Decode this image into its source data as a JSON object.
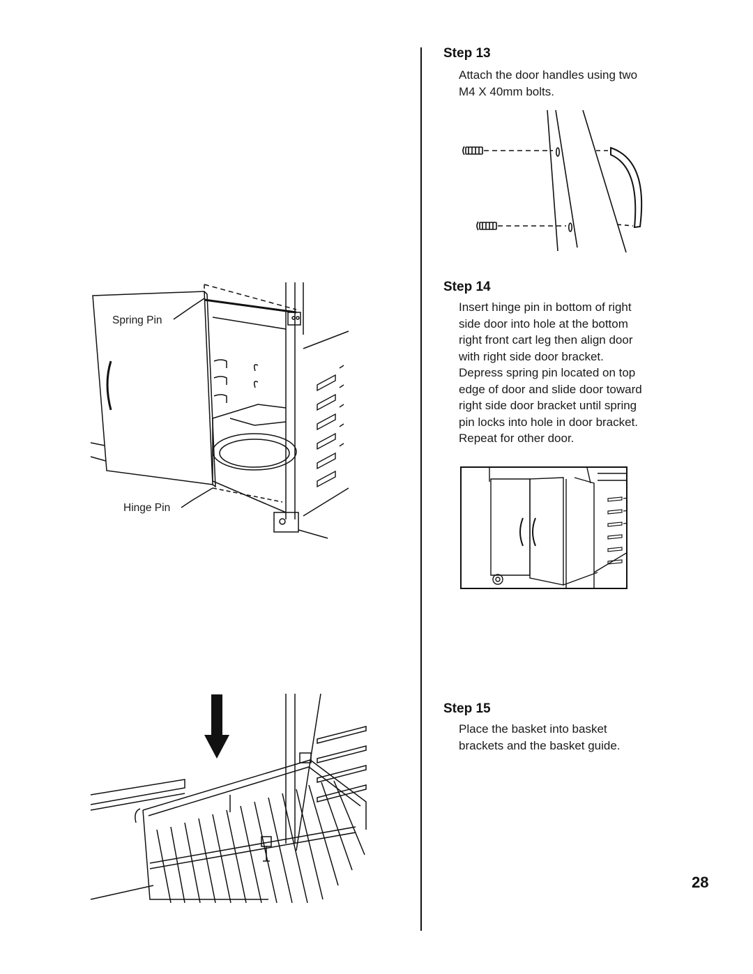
{
  "steps": [
    {
      "title": "Step 13",
      "text": "Attach the door handles using two\nM4 X 40mm bolts."
    },
    {
      "title": "Step 14",
      "text": "Insert hinge pin in bottom of right\nside door into hole at the bottom\nright front cart leg then align door\nwith right side door bracket.\nDepress spring pin located on top\nedge of door and slide door toward\nright side door bracket until spring\npin locks into hole in door bracket.\nRepeat for other door."
    },
    {
      "title": "Step 15",
      "text": "Place the basket into basket\nbrackets and the basket guide."
    }
  ],
  "figures": {
    "door_hinge": {
      "spring_pin_label": "Spring Pin",
      "hinge_pin_label": "Hinge Pin"
    }
  },
  "page_number": "28"
}
